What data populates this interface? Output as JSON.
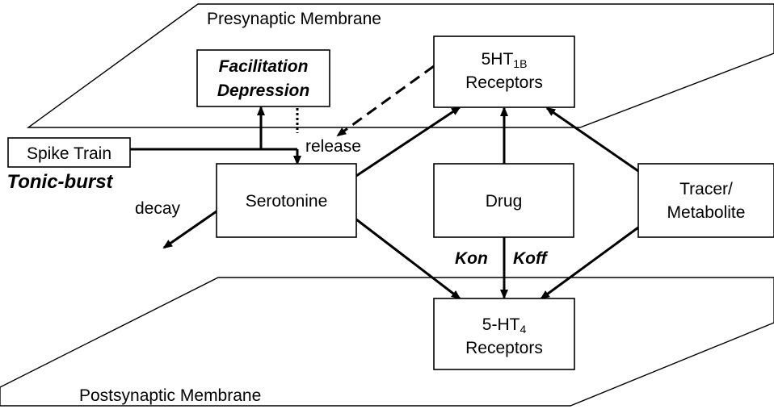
{
  "planes": {
    "presynaptic_label": "Presynaptic Membrane",
    "postsynaptic_label": "Postsynaptic Membrane"
  },
  "nodes": {
    "spike_train": "Spike Train",
    "tonic_burst": "Tonic-burst",
    "facilitation": "Facilitation",
    "depression": "Depression",
    "ht1b_prefix": "5HT",
    "ht1b_sub": "1B",
    "ht1b_receptors": "Receptors",
    "serotonine": "Serotonine",
    "drug": "Drug",
    "tracer": "Tracer/",
    "metabolite": "Metabolite",
    "ht4_prefix": "5-HT",
    "ht4_sub": "4",
    "ht4_receptors": "Receptors"
  },
  "edges": {
    "release": "release",
    "decay": "decay",
    "kon": "Kon",
    "koff": "Koff"
  }
}
